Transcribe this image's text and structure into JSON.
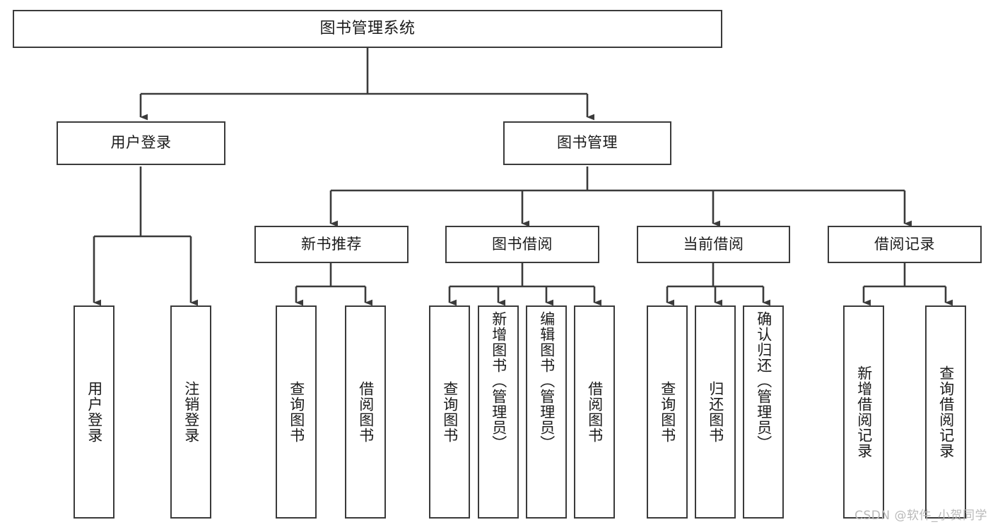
{
  "diagram": {
    "title": "图书管理系统",
    "type": "tree",
    "root": {
      "label": "图书管理系统"
    },
    "level2": [
      {
        "label": "用户登录"
      },
      {
        "label": "图书管理"
      }
    ],
    "level3": [
      {
        "label": "新书推荐"
      },
      {
        "label": "图书借阅"
      },
      {
        "label": "当前借阅"
      },
      {
        "label": "借阅记录"
      }
    ],
    "leaves": {
      "user_login": [
        {
          "label": "用户登录"
        },
        {
          "label": "注销登录"
        }
      ],
      "new_book_recommend": [
        {
          "label": "查询图书"
        },
        {
          "label": "借阅图书"
        }
      ],
      "book_borrow": [
        {
          "label": "查询图书"
        },
        {
          "label": "新增图书（管理员）"
        },
        {
          "label": "编辑图书（管理员）"
        },
        {
          "label": "借阅图书"
        }
      ],
      "current_borrow": [
        {
          "label": "查询图书"
        },
        {
          "label": "归还图书"
        },
        {
          "label": "确认归还（管理员）"
        }
      ],
      "borrow_record": [
        {
          "label": "新增借阅记录"
        },
        {
          "label": "查询借阅记录"
        }
      ]
    }
  },
  "watermark": {
    "text": "CSDN @软件_小贺同学"
  },
  "colors": {
    "border": "#3b3b3b",
    "fill": "#ffffff",
    "text": "#1b1b1b",
    "edge": "#3b3b3b",
    "watermark": "#b9b9b9"
  }
}
